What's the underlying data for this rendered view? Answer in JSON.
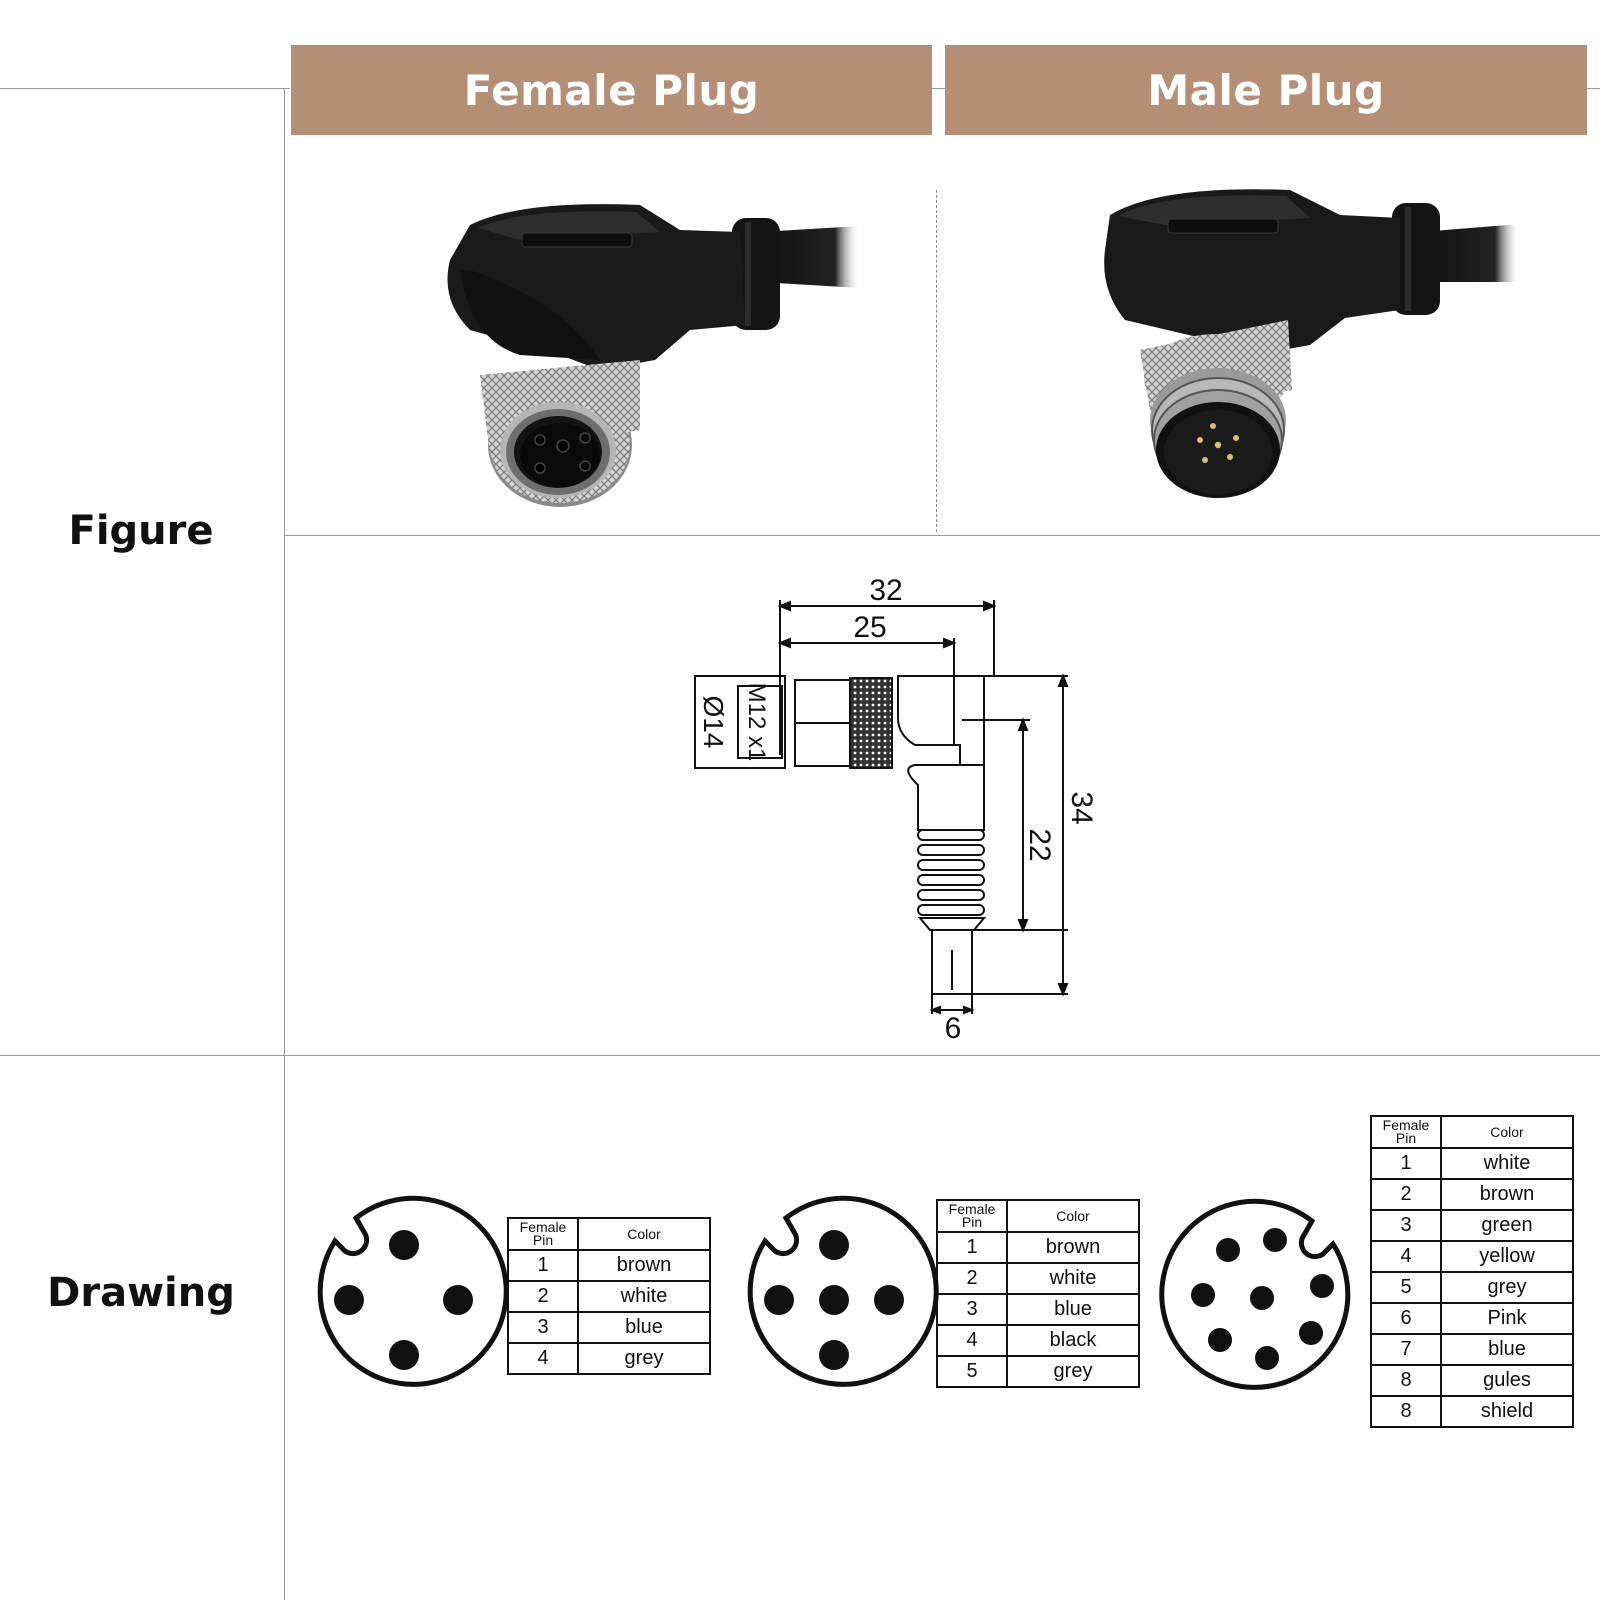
{
  "headers": {
    "female": "Female Plug",
    "male": "Male Plug"
  },
  "row_labels": {
    "figure": "Figure",
    "drawing": "Drawing"
  },
  "dimensions": {
    "width_total": "32",
    "width_inner": "25",
    "diameter": "Ø14",
    "thread": "M12 x1",
    "height_total": "34",
    "height_inner": "22",
    "cable": "6"
  },
  "tables": [
    {
      "head_pin": "Female Pin",
      "head_color": "Color",
      "rows": [
        {
          "pin": "1",
          "color": "brown"
        },
        {
          "pin": "2",
          "color": "white"
        },
        {
          "pin": "3",
          "color": "blue"
        },
        {
          "pin": "4",
          "color": "grey"
        }
      ]
    },
    {
      "head_pin": "Female Pin",
      "head_color": "Color",
      "rows": [
        {
          "pin": "1",
          "color": "brown"
        },
        {
          "pin": "2",
          "color": "white"
        },
        {
          "pin": "3",
          "color": "blue"
        },
        {
          "pin": "4",
          "color": "black"
        },
        {
          "pin": "5",
          "color": "grey"
        }
      ]
    },
    {
      "head_pin": "Female Pin",
      "head_color": "Color",
      "rows": [
        {
          "pin": "1",
          "color": "white"
        },
        {
          "pin": "2",
          "color": "brown"
        },
        {
          "pin": "3",
          "color": "green"
        },
        {
          "pin": "4",
          "color": "yellow"
        },
        {
          "pin": "5",
          "color": "grey"
        },
        {
          "pin": "6",
          "color": "Pink"
        },
        {
          "pin": "7",
          "color": "blue"
        },
        {
          "pin": "8",
          "color": "gules"
        },
        {
          "pin": "8",
          "color": "shield"
        }
      ]
    }
  ],
  "colors": {
    "header_bg": "#b58e76",
    "header_text": "#ffffff",
    "plug_body": "#1c1c1c",
    "knurl": "#c8c8c8"
  }
}
